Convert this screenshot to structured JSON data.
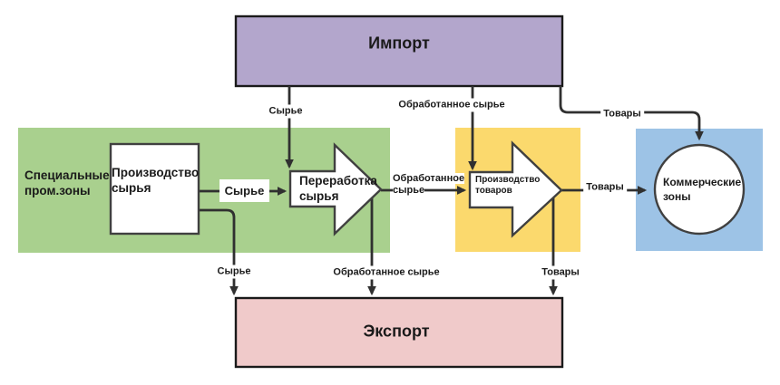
{
  "colors": {
    "special_zone": "#a9d08e",
    "goods_zone": "#fbd96d",
    "commercial_zone": "#9dc3e6",
    "import_box": "#b3a6cc",
    "export_box": "#f0caca"
  },
  "nodes": {
    "import": "Импорт",
    "export": "Экспорт",
    "special_zone": "Специальные пром.зоны",
    "raw_production": "Производство сырья",
    "raw_processing": "Переработка сырья",
    "goods_production": "Производство товаров",
    "commercial_zone": "Коммерческие зоны"
  },
  "edges": {
    "import_raw": "Сырье",
    "import_processed": "Обработанное сырье",
    "import_goods": "Товары",
    "rawprod_processing": "Сырье",
    "rawprod_export": "Сырье",
    "processing_goods": "Обработанное сырье",
    "processing_export": "Обработанное сырье",
    "goods_commercial": "Товары",
    "goods_export": "Товары"
  }
}
